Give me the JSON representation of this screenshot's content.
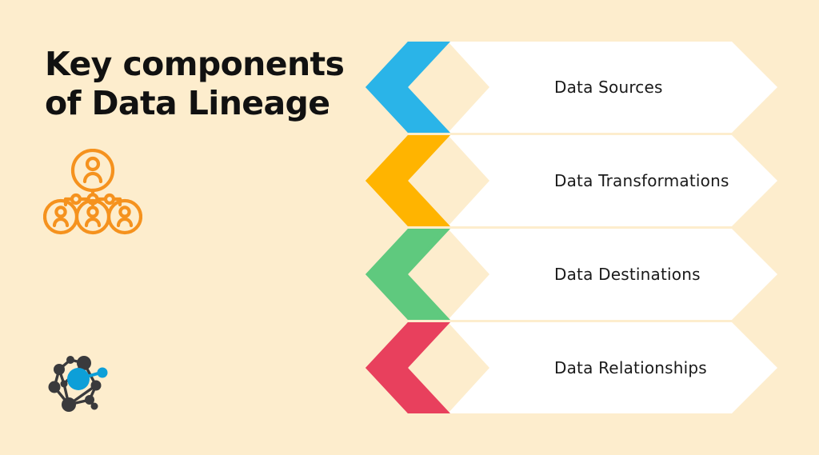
{
  "slide": {
    "background_color": "#FDEDCD",
    "title": "Key components\nof Data Lineage"
  },
  "icons": [
    {
      "name": "org-chart-icon",
      "label": "organization hierarchy of people",
      "color": "#F5921E"
    },
    {
      "name": "network-graph-icon",
      "label": "data network graph",
      "color_nodes": "#3A3A3C",
      "color_highlight": "#0D9FD8"
    }
  ],
  "rows": [
    {
      "label": "Data Sources",
      "chevron_color": "#2AB4E8",
      "banner_color": "#FFFFFF"
    },
    {
      "label": "Data Transformations",
      "chevron_color": "#FFB400",
      "banner_color": "#FFFFFF"
    },
    {
      "label": "Data Destinations",
      "chevron_color": "#5FC97E",
      "banner_color": "#FFFFFF"
    },
    {
      "label": "Data Relationships",
      "chevron_color": "#E8405D",
      "banner_color": "#FFFFFF"
    }
  ]
}
